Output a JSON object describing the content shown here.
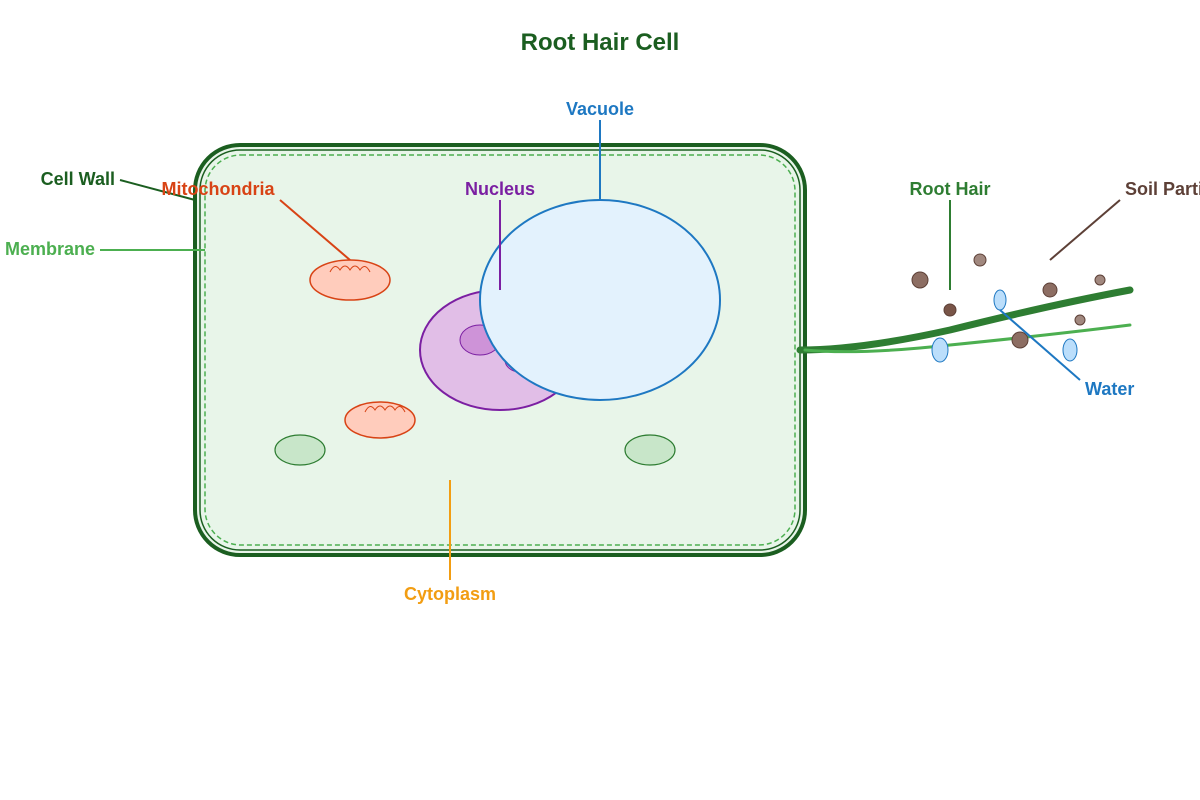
{
  "diagram": {
    "title": "Root Hair Cell",
    "labels": {
      "vacuole": "Vacuole",
      "cell_wall": "Cell Wall",
      "mitochondria": "Mitochondria",
      "nucleus": "Nucleus",
      "membrane": "Membrane",
      "cytoplasm": "Cytoplasm",
      "root_hair": "Root Hair",
      "soil_particles": "Soil Particles",
      "water": "Water"
    },
    "colors": {
      "title": "#1b5e20",
      "cell_wall": "#1b5e20",
      "membrane": "#4caf50",
      "cytoplasm_fill": "#e8f5e9",
      "vacuole": "#1e78c2",
      "vacuole_fill": "#e3f2fd",
      "nucleus": "#7b1fa2",
      "nucleus_fill": "#e1bee7",
      "mitochondria": "#d84315",
      "mitochondria_fill": "#ffccbc",
      "cytoplasm_label": "#f29d12",
      "root_hair": "#2e7d32",
      "soil": "#5d4037",
      "water_fill": "#bbdefb"
    }
  }
}
